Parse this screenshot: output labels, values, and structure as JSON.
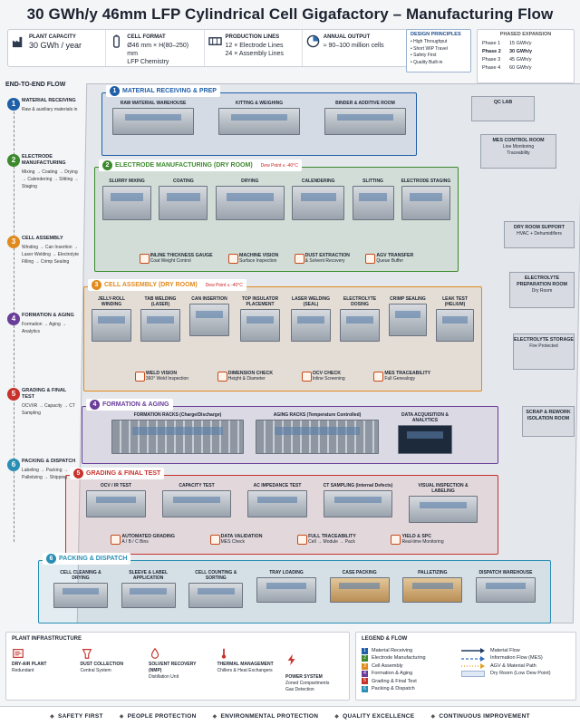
{
  "title": "30 GWh/y  46mm LFP Cylindrical Cell Gigafactory – Manufacturing Flow",
  "kpis": [
    {
      "label": "PLANT CAPACITY",
      "value": "30 GWh / year",
      "icon": "factory-icon"
    },
    {
      "label": "CELL FORMAT",
      "value": "Ø46 mm × H(80–250) mm\nLFP Chemistry",
      "icon": "battery-cell-icon"
    },
    {
      "label": "PRODUCTION LINES",
      "value": "12 × Electrode Lines\n24 × Assembly Lines",
      "icon": "production-line-icon"
    },
    {
      "label": "ANNUAL OUTPUT",
      "value": "≈ 90–100 million cells",
      "icon": "output-gauge-icon"
    }
  ],
  "principles": {
    "title": "DESIGN PRINCIPLES",
    "items": [
      "• High Throughput",
      "• Short WIP Travel",
      "• Safety First",
      "• Quality Built-in"
    ]
  },
  "phases": {
    "title": "PHASED EXPANSION",
    "rows": [
      {
        "phase": "Phase 1",
        "value": "15 GWh/y"
      },
      {
        "phase": "Phase 2",
        "value": "30 GWh/y"
      },
      {
        "phase": "Phase 3",
        "value": "45 GWh/y"
      },
      {
        "phase": "Phase 4",
        "value": "60 GWh/y"
      }
    ]
  },
  "flow": {
    "title": "END-TO-END FLOW",
    "steps": [
      {
        "num": "1",
        "title": "MATERIAL RECEIVING",
        "sub": "Raw & auxiliary materials in"
      },
      {
        "num": "2",
        "title": "ELECTRODE MANUFACTURING",
        "sub": "Mixing → Coating → Drying → Calendering → Slitting → Staging"
      },
      {
        "num": "3",
        "title": "CELL ASSEMBLY",
        "sub": "Winding → Can Insertion → Laser Welding → Electrolyte Filling → Crimp Sealing"
      },
      {
        "num": "4",
        "title": "FORMATION & AGING",
        "sub": "Formation → Aging → Analytics"
      },
      {
        "num": "5",
        "title": "GRADING & FINAL TEST",
        "sub": "OCV/IR → Capacity → CT Sampling"
      },
      {
        "num": "6",
        "title": "PACKING & DISPATCH",
        "sub": "Labeling → Packing → Palletizing → Shipping"
      }
    ]
  },
  "zones": {
    "z1": {
      "num": "1",
      "title": "MATERIAL RECEIVING & PREP",
      "stations": [
        "RAW MATERIAL WAREHOUSE",
        "KITTING & WEIGHING",
        "BINDER & ADDITIVE ROOM"
      ]
    },
    "z2": {
      "num": "2",
      "title": "ELECTRODE MANUFACTURING (DRY ROOM)",
      "dew": "Dew Point ≤ -40°C",
      "stations": [
        "SLURRY MIXING",
        "COATING",
        "DRYING",
        "CALENDERING",
        "SLITTING",
        "ELECTRODE STAGING"
      ],
      "subs": [
        {
          "title": "INLINE THICKNESS GAUGE",
          "text": "Coat Weight Control"
        },
        {
          "title": "MACHINE VISION",
          "text": "Surface Inspection"
        },
        {
          "title": "DUST EXTRACTION",
          "text": "& Solvent Recovery"
        },
        {
          "title": "AGV TRANSFER",
          "text": "Queue Buffer"
        }
      ]
    },
    "z3": {
      "num": "3",
      "title": "CELL ASSEMBLY (DRY ROOM)",
      "dew": "Dew Point ≤ -40°C",
      "stations": [
        "JELLY-ROLL WINDING",
        "TAB WELDING (LASER)",
        "CAN INSERTION",
        "TOP INSULATOR PLACEMENT",
        "LASER WELDING (SEAL)",
        "ELECTROLYTE DOSING",
        "CRIMP SEALING",
        "LEAK TEST (HELIUM)"
      ],
      "subs": [
        {
          "title": "WELD VISION",
          "text": "360° Weld Inspection"
        },
        {
          "title": "DIMENSION CHECK",
          "text": "Height & Diameter"
        },
        {
          "title": "OCV CHECK",
          "text": "Inline Screening"
        },
        {
          "title": "MES TRACEABILITY",
          "text": "Full Genealogy"
        }
      ]
    },
    "z4": {
      "num": "4",
      "title": "FORMATION & AGING",
      "stations": [
        "FORMATION RACKS (Charge/Discharge)",
        "AGING RACKS (Temperature Controlled)",
        "DATA ACQUISITION & ANALYTICS"
      ]
    },
    "z5": {
      "num": "5",
      "title": "GRADING & FINAL TEST",
      "stations": [
        "OCV / IR TEST",
        "CAPACITY TEST",
        "AC IMPEDANCE TEST",
        "CT SAMPLING (Internal Defects)",
        "VISUAL INSPECTION & LABELING"
      ],
      "subs": [
        {
          "title": "AUTOMATED GRADING",
          "text": "A / B / C Bins"
        },
        {
          "title": "DATA VALIDATION",
          "text": "MES Check"
        },
        {
          "title": "FULL TRACEABILITY",
          "text": "Cell → Module → Pack"
        },
        {
          "title": "YIELD & SPC",
          "text": "Real-time Monitoring"
        }
      ]
    },
    "z6": {
      "num": "6",
      "title": "PACKING & DISPATCH",
      "stations": [
        "CELL CLEANING & DRYING",
        "SLEEVE & LABEL APPLICATION",
        "CELL COUNTING & SORTING",
        "TRAY LOADING",
        "CASE PACKING",
        "PALLETIZING",
        "DISPATCH WAREHOUSE"
      ]
    }
  },
  "side_rooms": [
    {
      "title": "QC LAB",
      "text": ""
    },
    {
      "title": "MES CONTROL ROOM",
      "text": "Line Monitoring\nTraceability"
    },
    {
      "title": "DRY ROOM SUPPORT",
      "text": "HVAC + Dehumidifiers"
    },
    {
      "title": "ELECTROLYTE PREPARATION ROOM",
      "text": "Dry Room"
    },
    {
      "title": "ELECTROLYTE STORAGE",
      "text": "Fire Protected"
    },
    {
      "title": "SCRAP & REWORK ISOLATION ROOM",
      "text": ""
    }
  ],
  "infra": {
    "title": "PLANT INFRASTRUCTURE",
    "items": [
      {
        "title": "DRY-AIR PLANT",
        "text": "Redundant",
        "icon": "dry-air-icon"
      },
      {
        "title": "DUST COLLECTION",
        "text": "Central System",
        "icon": "dust-collection-icon"
      },
      {
        "title": "SOLVENT RECOVERY (NMP)",
        "text": "Distillation Unit",
        "icon": "solvent-recovery-icon"
      },
      {
        "title": "THERMAL MANAGEMENT",
        "text": "Chillers & Heat Exchangers",
        "icon": "thermal-icon"
      },
      {
        "title": "POWER SYSTEM",
        "text": "Zoned Compartments\nGas Detection",
        "icon": "power-icon"
      }
    ]
  },
  "legend": {
    "title": "LEGEND & FLOW",
    "zones": [
      {
        "num": "1",
        "label": "Material Receiving"
      },
      {
        "num": "2",
        "label": "Electrode Manufacturing"
      },
      {
        "num": "3",
        "label": "Cell Assembly"
      },
      {
        "num": "4",
        "label": "Formation & Aging"
      },
      {
        "num": "5",
        "label": "Grading & Final Test"
      },
      {
        "num": "6",
        "label": "Packing & Dispatch"
      }
    ],
    "lines": [
      {
        "label": "Material Flow"
      },
      {
        "label": "Information Flow (MES)"
      },
      {
        "label": "AGV & Material Path"
      },
      {
        "label": "Dry Room (Low Dew Point)"
      }
    ]
  },
  "footer": [
    "SAFETY FIRST",
    "PEOPLE PROTECTION",
    "ENVIRONMENTAL PROTECTION",
    "QUALITY EXCELLENCE",
    "CONTINUOUS IMPROVEMENT"
  ],
  "colors": {
    "z1": "#1f5fa8",
    "z2": "#3d8a2e",
    "z3": "#e08a1e",
    "z4": "#6a3d9a",
    "z5": "#c8322b",
    "z6": "#2a8fb5"
  }
}
